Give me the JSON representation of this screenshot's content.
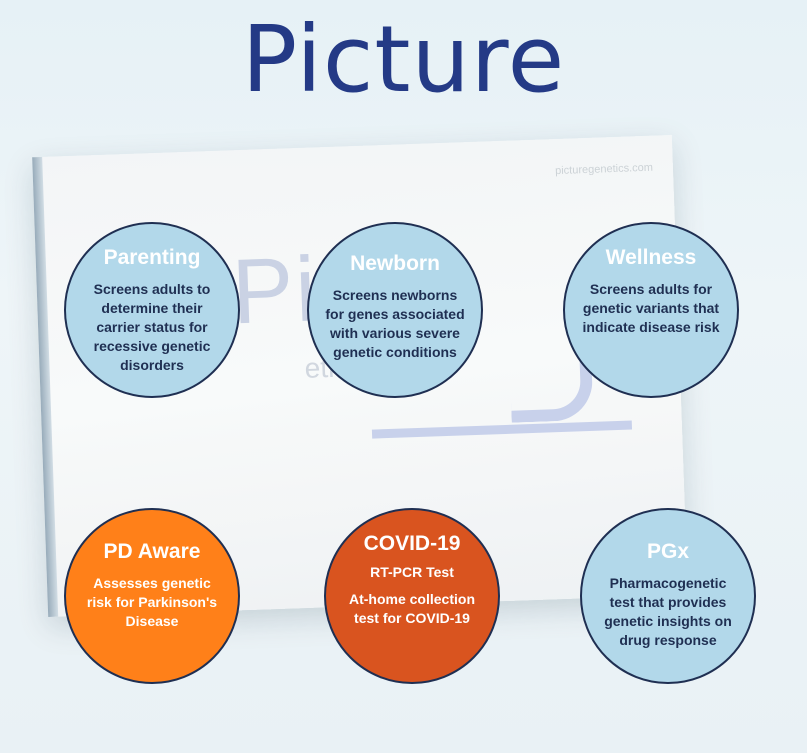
{
  "title": "Picture",
  "box": {
    "url": "picturegenetics.com",
    "logo_fragment": "Pictu",
    "subtitle_fragment": "etics"
  },
  "cards": [
    {
      "heading": "Parenting",
      "subheading": "",
      "description": "Screens adults to determine their carrier status for recessive genetic disorders",
      "color": "#b2d8ea"
    },
    {
      "heading": "Newborn",
      "subheading": "",
      "description": "Screens newborns for genes associated with various severe genetic conditions",
      "color": "#b2d8ea"
    },
    {
      "heading": "Wellness",
      "subheading": "",
      "description": "Screens adults for genetic variants that indicate disease risk",
      "color": "#b2d8ea"
    },
    {
      "heading": "PD Aware",
      "subheading": "",
      "description": "Assesses genetic risk for Parkinson's Disease",
      "color": "#ff8019"
    },
    {
      "heading": "COVID-19",
      "subheading": "RT-PCR Test",
      "description": "At-home collection test for COVID-19",
      "color": "#d9541f"
    },
    {
      "heading": "PGx",
      "subheading": "",
      "description": "Pharmacogenetic test that provides genetic insights on drug response",
      "color": "#b2d8ea"
    }
  ]
}
